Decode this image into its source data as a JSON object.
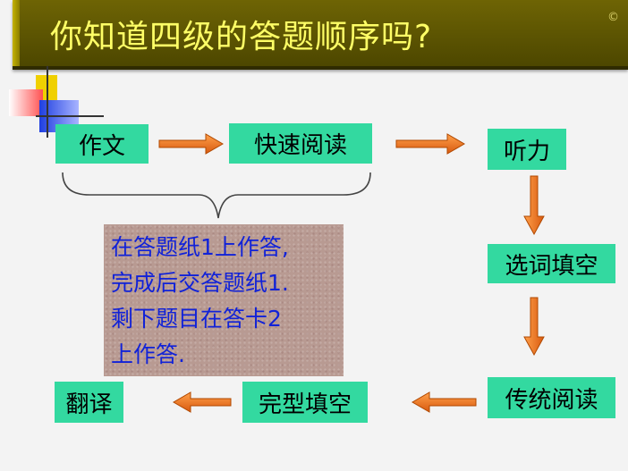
{
  "slide": {
    "title": "你知道四级的答题顺序吗?",
    "copyright": "©"
  },
  "flow": {
    "steps": [
      "作文",
      "快速阅读",
      "听力",
      "选词填空",
      "传统阅读",
      "完型填空",
      "翻译"
    ]
  },
  "note": {
    "lines": [
      "在答题纸1上作答,",
      "完成后交答题纸1.",
      "剩下题目在答卡2",
      "上作答."
    ]
  },
  "colors": {
    "title_bar": "#5f5703",
    "title_text": "#ffff66",
    "box_fill": "#33d9a0",
    "arrow_fill": "#f07820",
    "note_fill": "#b89a92",
    "note_text": "#1122d8"
  }
}
